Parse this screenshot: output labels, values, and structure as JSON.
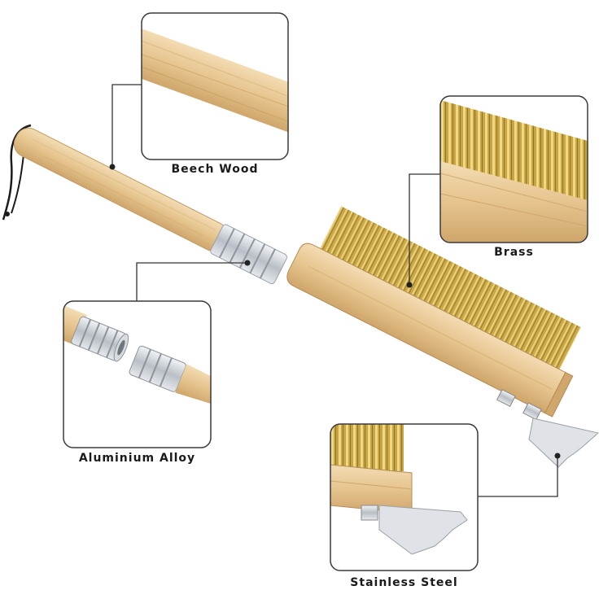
{
  "labels": {
    "beech": "Beech Wood",
    "brass": "Brass",
    "aluminium": "Aluminium Alloy",
    "steel": "Stainless Steel"
  },
  "colors": {
    "wood": "#e8c996",
    "wood_dark": "#c9a56c",
    "brass": "#c9a640",
    "metal": "#c8cdd2",
    "frame": "#3a3a3a",
    "leader": "#333333"
  }
}
